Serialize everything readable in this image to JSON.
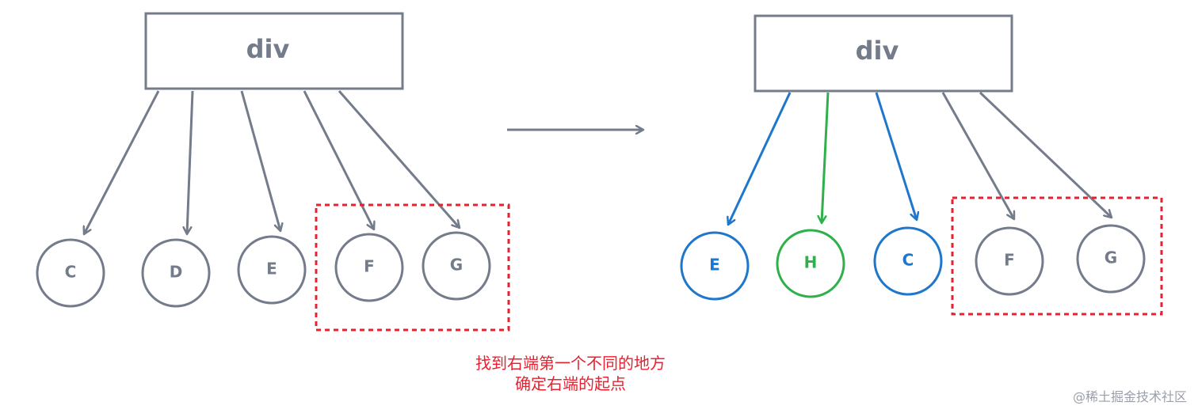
{
  "colors": {
    "gray": "#747c8b",
    "blue": "#1f77cc",
    "green": "#2fb04a",
    "red": "#e8202f"
  },
  "left_tree": {
    "root_label": "div",
    "children": [
      {
        "label": "C",
        "color": "gray"
      },
      {
        "label": "D",
        "color": "gray"
      },
      {
        "label": "E",
        "color": "gray"
      },
      {
        "label": "F",
        "color": "gray",
        "highlighted": true
      },
      {
        "label": "G",
        "color": "gray",
        "highlighted": true
      }
    ]
  },
  "transition_arrow": "right-arrow-icon",
  "right_tree": {
    "root_label": "div",
    "children": [
      {
        "label": "E",
        "color": "blue"
      },
      {
        "label": "H",
        "color": "green"
      },
      {
        "label": "C",
        "color": "blue"
      },
      {
        "label": "F",
        "color": "gray",
        "highlighted": true
      },
      {
        "label": "G",
        "color": "gray",
        "highlighted": true
      }
    ]
  },
  "caption": {
    "line1": "找到右端第一个不同的地方",
    "line2": "确定右端的起点"
  },
  "watermark": "@稀土掘金技术社区"
}
